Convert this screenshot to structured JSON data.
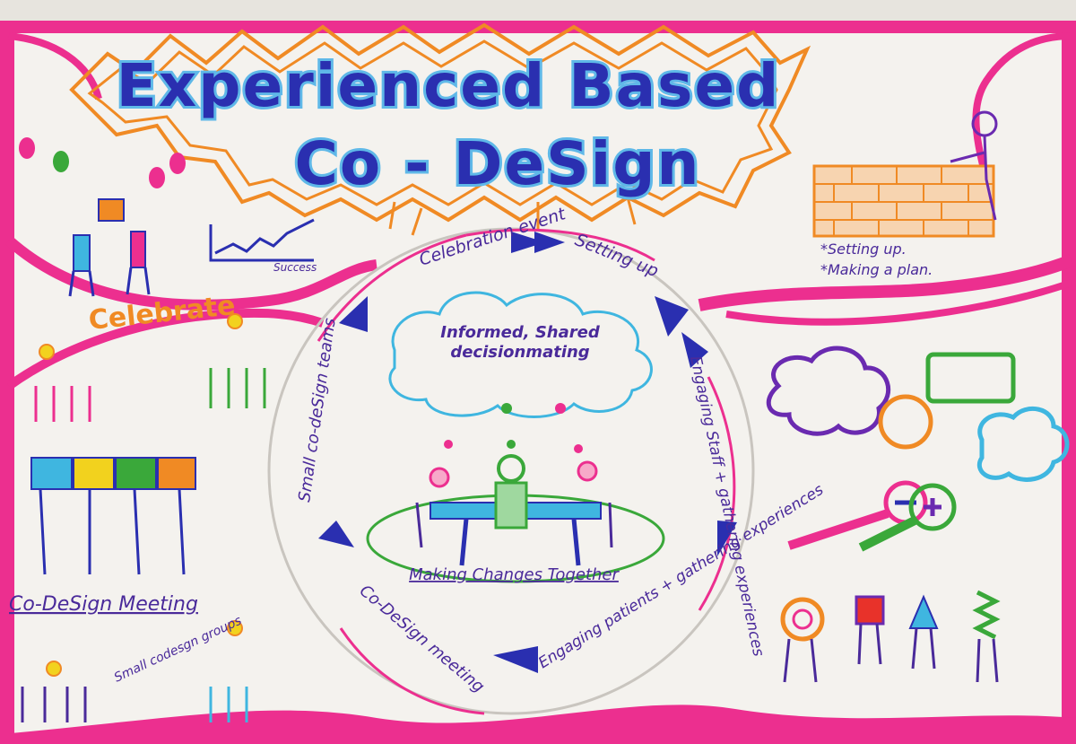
{
  "title": {
    "line1": "Experienced Based",
    "line2": "Co - DeSign"
  },
  "cycle": {
    "steps": [
      "Celebration event",
      "Setting up",
      "Engaging Staff + gathering experiences",
      "Engaging patients + gathering experiences",
      "Co-DeSign meeting",
      "Small co-deSign teams"
    ],
    "center_cloud": "Informed, Shared decisionmating",
    "center_caption": "Making Changes Together"
  },
  "corners": {
    "top_left": {
      "label": "Celebrate",
      "graph_label": "Success"
    },
    "top_right": {
      "note1": "*Setting up.",
      "note2": "*Making a plan."
    },
    "bottom_left": {
      "label": "Co-DeSign Meeting",
      "small_groups": "Small codesgn groups"
    }
  },
  "colors": {
    "pink": "#ec2f8f",
    "orange": "#f08a24",
    "blue": "#2a2fb0",
    "cyan": "#3fb6e0",
    "purple": "#6a2ab0",
    "green": "#3aa83a",
    "paper": "#f4f2ee"
  }
}
